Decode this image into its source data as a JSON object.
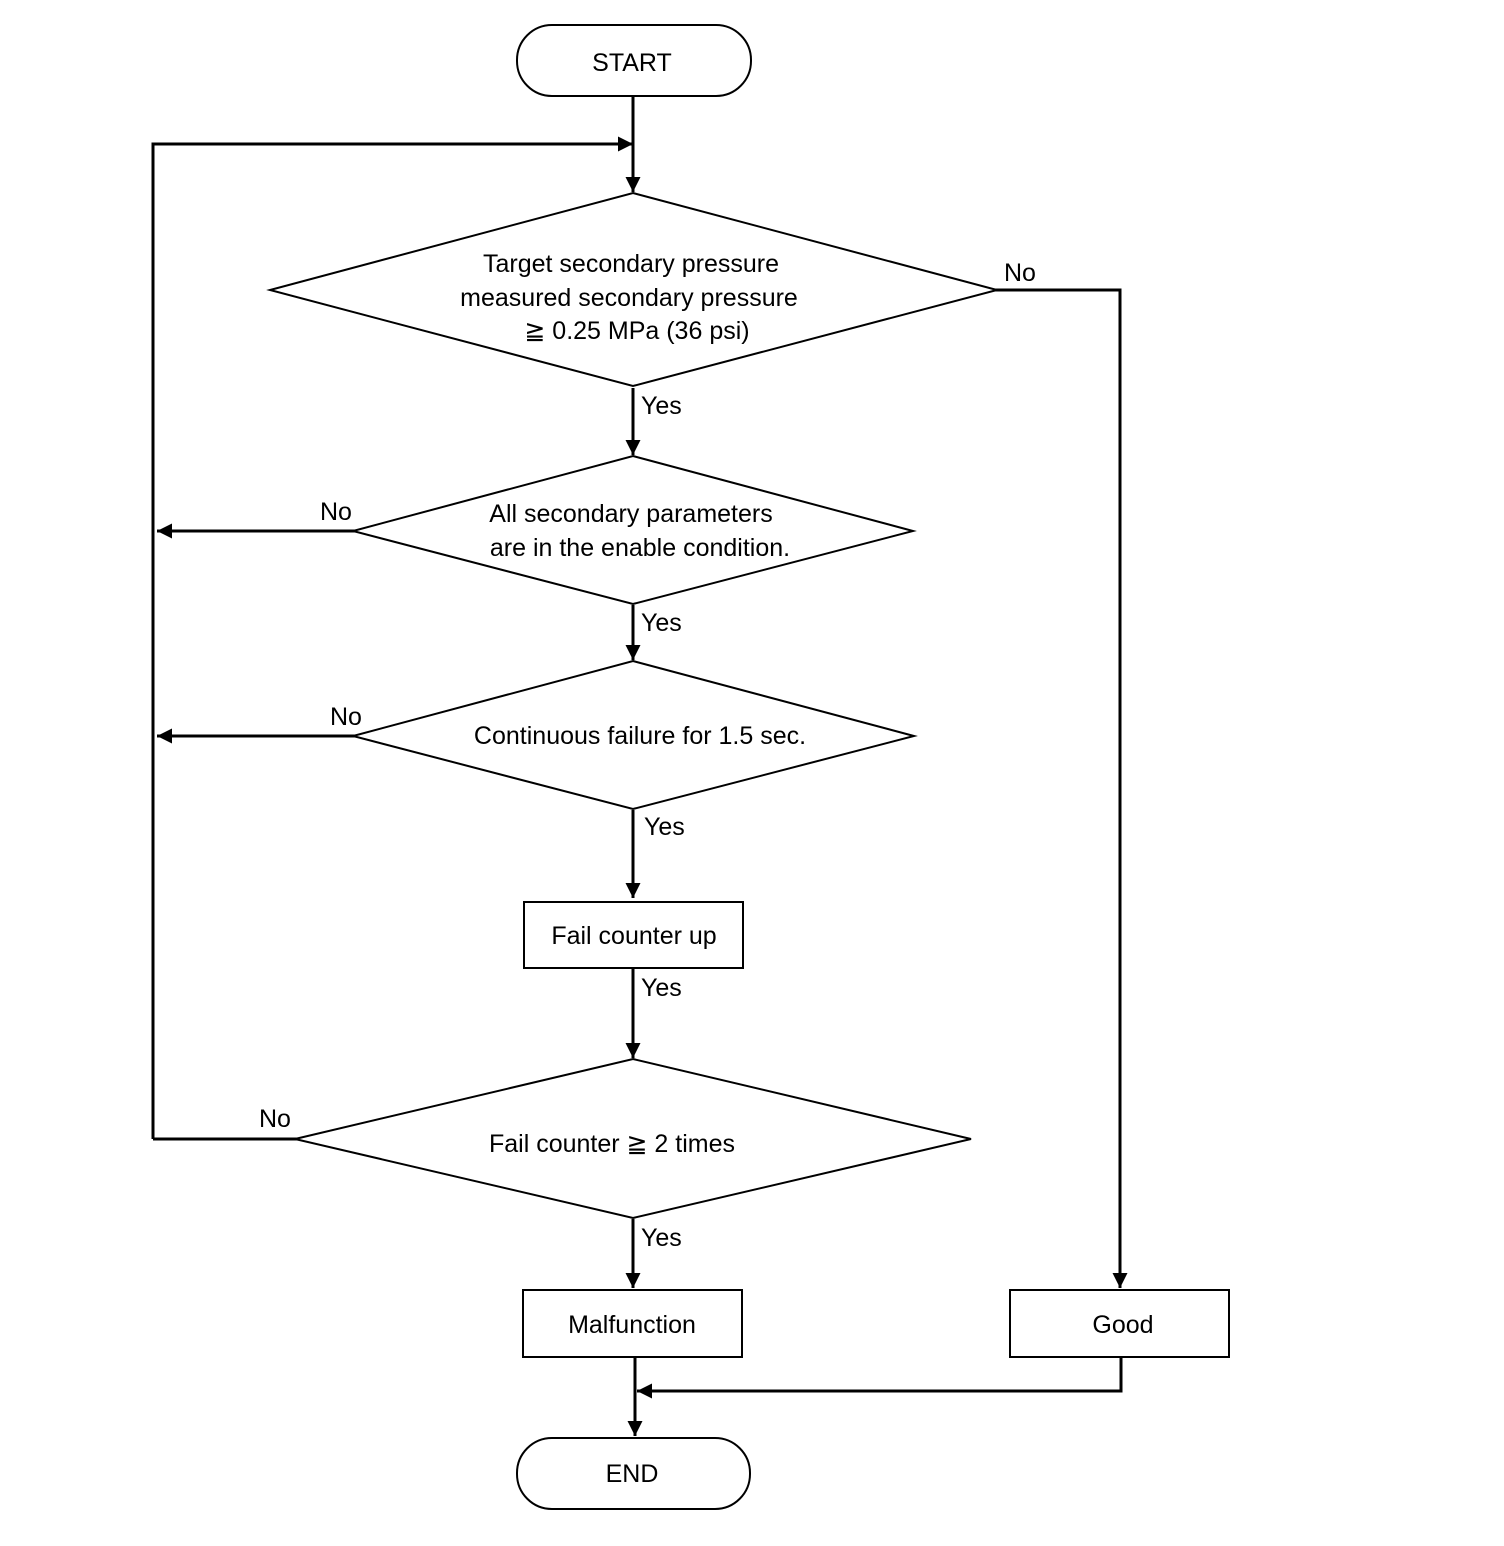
{
  "flowchart": {
    "start": {
      "label": "START"
    },
    "decision_pressure": {
      "line1": "Target secondary pressure",
      "line2": "measured secondary pressure",
      "line3": "≧ 0.25 MPa (36 psi)"
    },
    "decision_enable": {
      "line1": "All secondary parameters",
      "line2": "are in the enable condition."
    },
    "decision_continuous": {
      "label": "Continuous failure for 1.5 sec."
    },
    "process_fail_counter": {
      "label": "Fail counter up"
    },
    "decision_fail_count": {
      "label": "Fail counter ≧ 2 times"
    },
    "process_malfunction": {
      "label": "Malfunction"
    },
    "process_good": {
      "label": "Good"
    },
    "end": {
      "label": "END"
    },
    "edge_labels": {
      "pressure_no": "No",
      "pressure_yes": "Yes",
      "enable_no": "No",
      "enable_yes": "Yes",
      "continuous_no": "No",
      "continuous_yes": "Yes",
      "counter_yes": "Yes",
      "count_no": "No",
      "count_yes": "Yes"
    }
  }
}
